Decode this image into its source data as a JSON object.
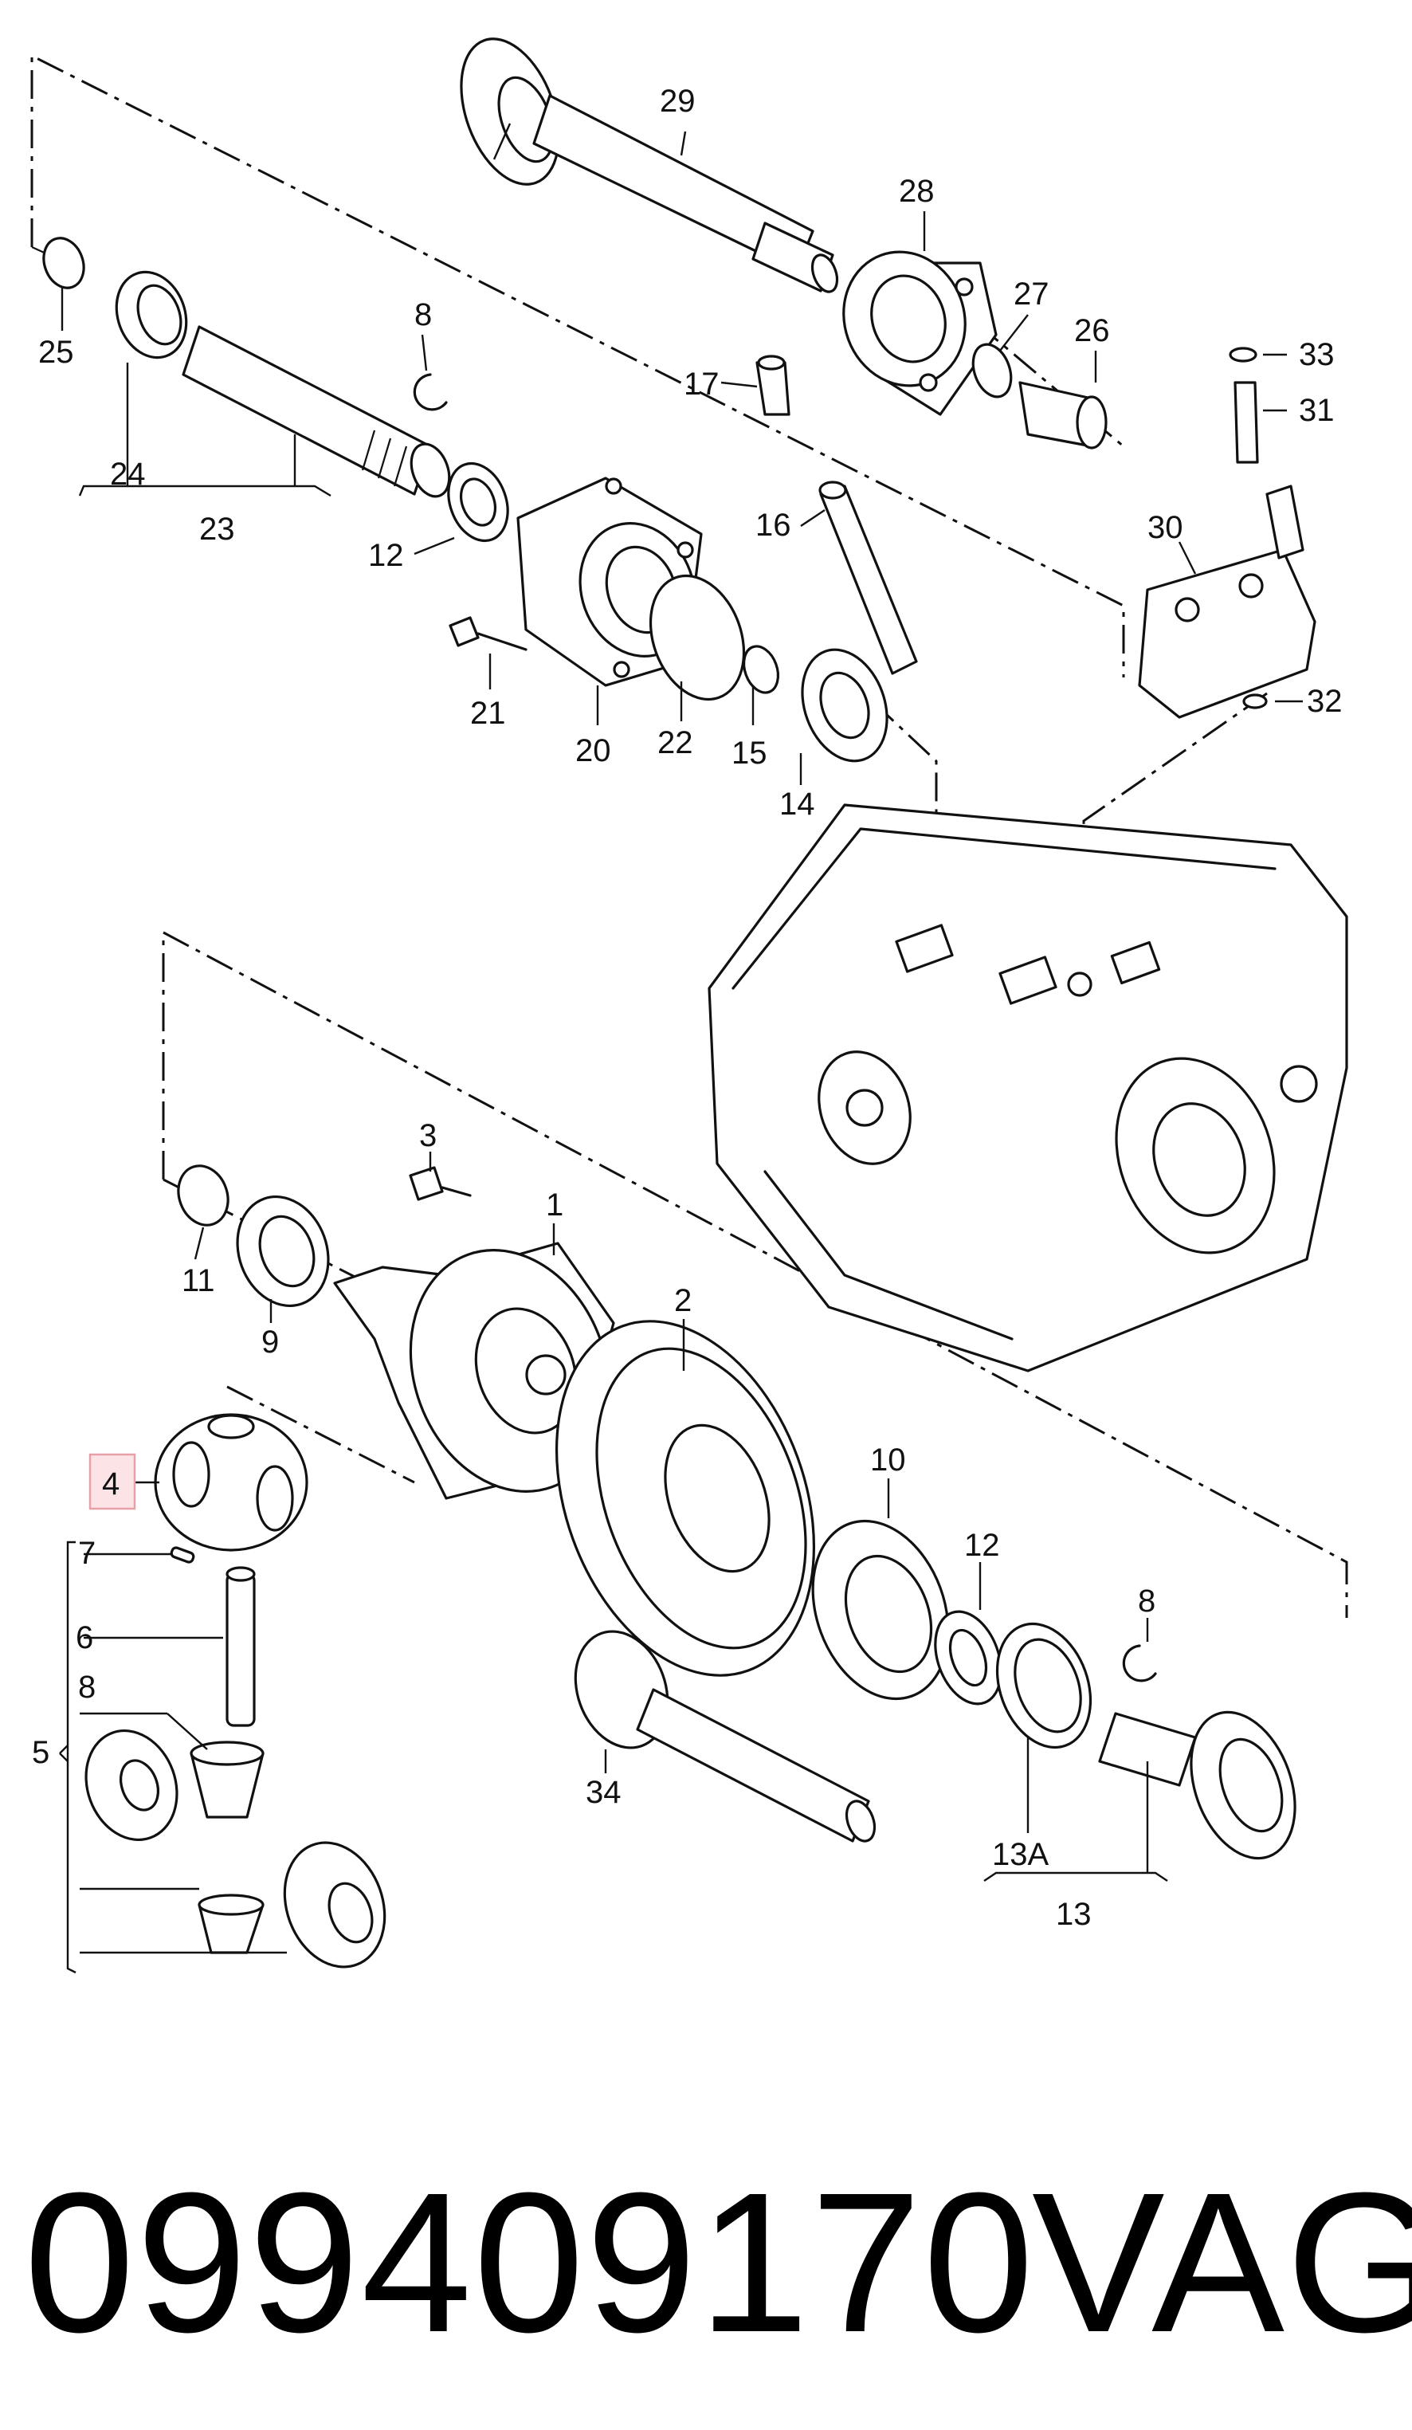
{
  "diagram": {
    "callouts": {
      "c1": "1",
      "c2": "2",
      "c3": "3",
      "c4": "4",
      "c5": "5",
      "c6": "6",
      "c7": "7",
      "c8a": "8",
      "c8b": "8",
      "c8c": "8",
      "c9": "9",
      "c10": "10",
      "c11": "11",
      "c12a": "12",
      "c12b": "12",
      "c13": "13",
      "c13a": "13A",
      "c14": "14",
      "c15": "15",
      "c16": "16",
      "c17": "17",
      "c20": "20",
      "c21": "21",
      "c22": "22",
      "c23": "23",
      "c24": "24",
      "c25": "25",
      "c26": "26",
      "c27": "27",
      "c28": "28",
      "c29": "29",
      "c30": "30",
      "c31": "31",
      "c32": "32",
      "c33": "33",
      "c34": "34"
    },
    "highlighted_callout": "4",
    "highlight_color": "#e8a0a8",
    "highlight_fill": "#fbe3e6"
  },
  "caption": {
    "part_number": "099409170",
    "brand": "VAG"
  }
}
